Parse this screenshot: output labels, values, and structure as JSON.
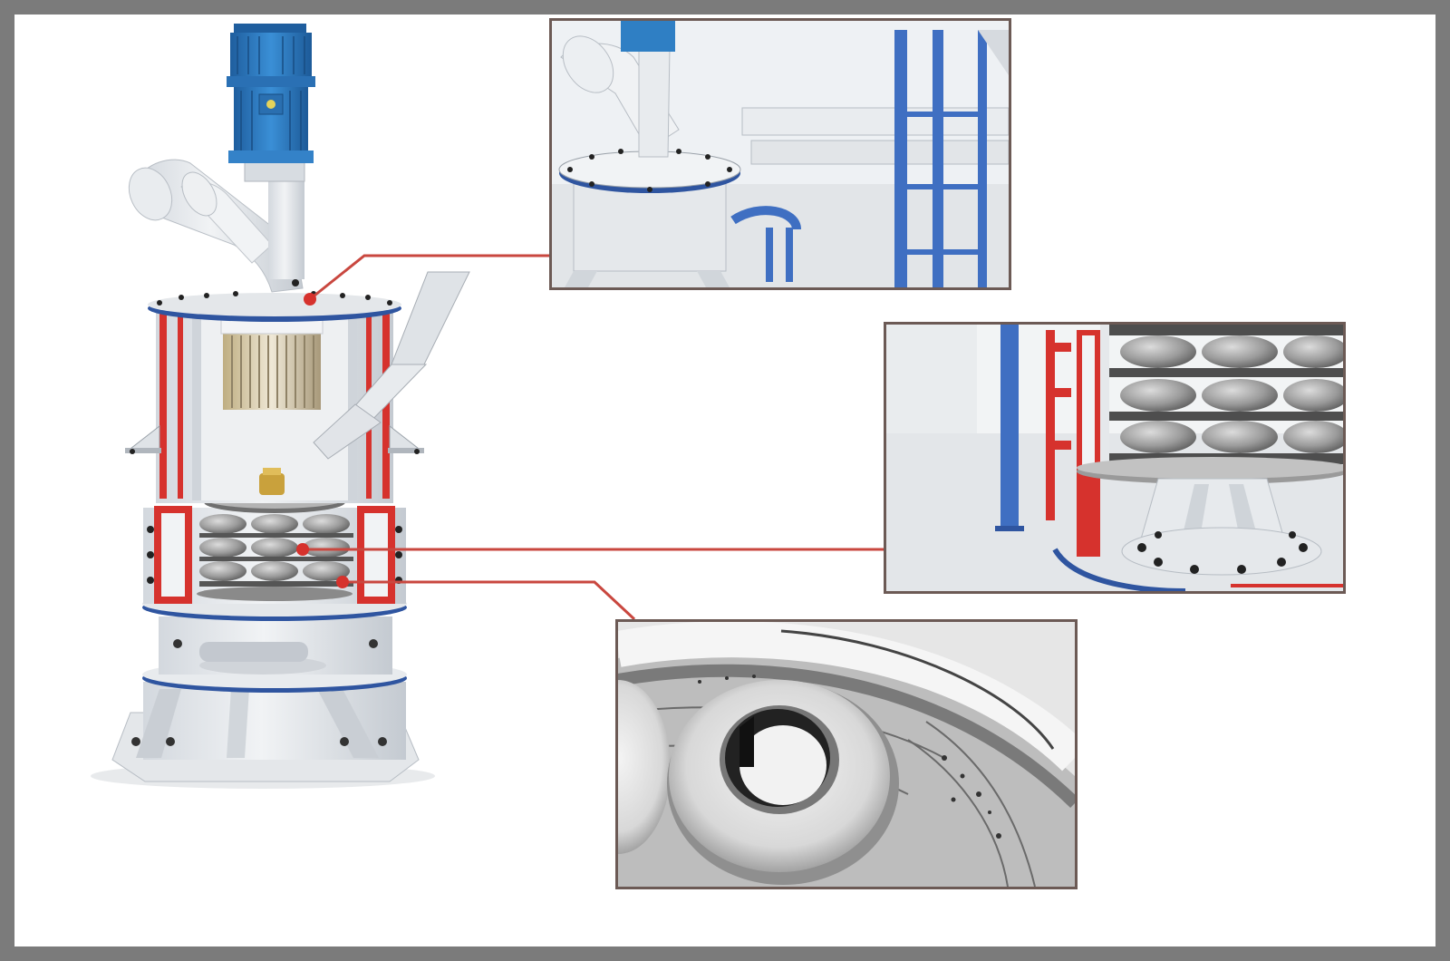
{
  "figure": {
    "kind": "Illustration",
    "subject": "vertical mill",
    "colors": {
      "background_frame": "#7b7b7b",
      "panel": "#ffffff",
      "machine_body": "#e9ecef",
      "machine_shadow": "#c6ccd3",
      "motor_blue": "#2f7fc4",
      "trim_blue": "#2f55a0",
      "section_red": "#d6322d",
      "leader_line": "#c9473f",
      "inset_border": "#6c5a55",
      "ladder_blue": "#3f6fc2",
      "roller_grey": "#9a9a9a"
    },
    "callouts": [
      {
        "id": "top-flange",
        "target": "inset-top",
        "description_icon": "flange-detail-icon"
      },
      {
        "id": "grinding-rollers",
        "target": "inset-right",
        "description_icon": "roller-stack-detail-icon"
      },
      {
        "id": "roller-ring",
        "target": "inset-bottom",
        "description_icon": "roller-ring-detail-icon"
      }
    ]
  }
}
